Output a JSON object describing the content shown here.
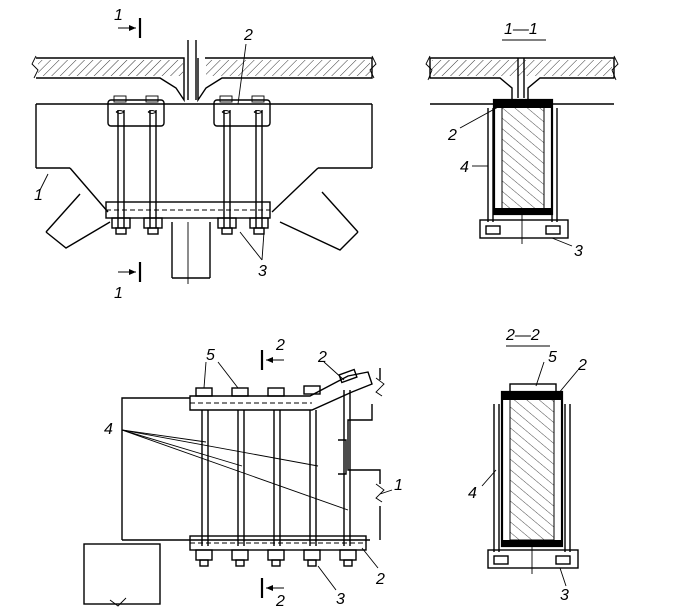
{
  "section_marks": {
    "section_1": "1",
    "section_2": "2"
  },
  "section_titles": {
    "section_1_1": "1—1",
    "section_2_2": "2—2"
  },
  "callouts": {
    "top_left": [
      "1",
      "2",
      "3"
    ],
    "top_right": [
      "2",
      "4",
      "3"
    ],
    "bottom_left": [
      "5",
      "2",
      "4",
      "1",
      "2",
      "3"
    ],
    "bottom_right": [
      "5",
      "2",
      "4",
      "3"
    ]
  },
  "colors": {
    "ink": "#000000",
    "paper": "#ffffff"
  }
}
